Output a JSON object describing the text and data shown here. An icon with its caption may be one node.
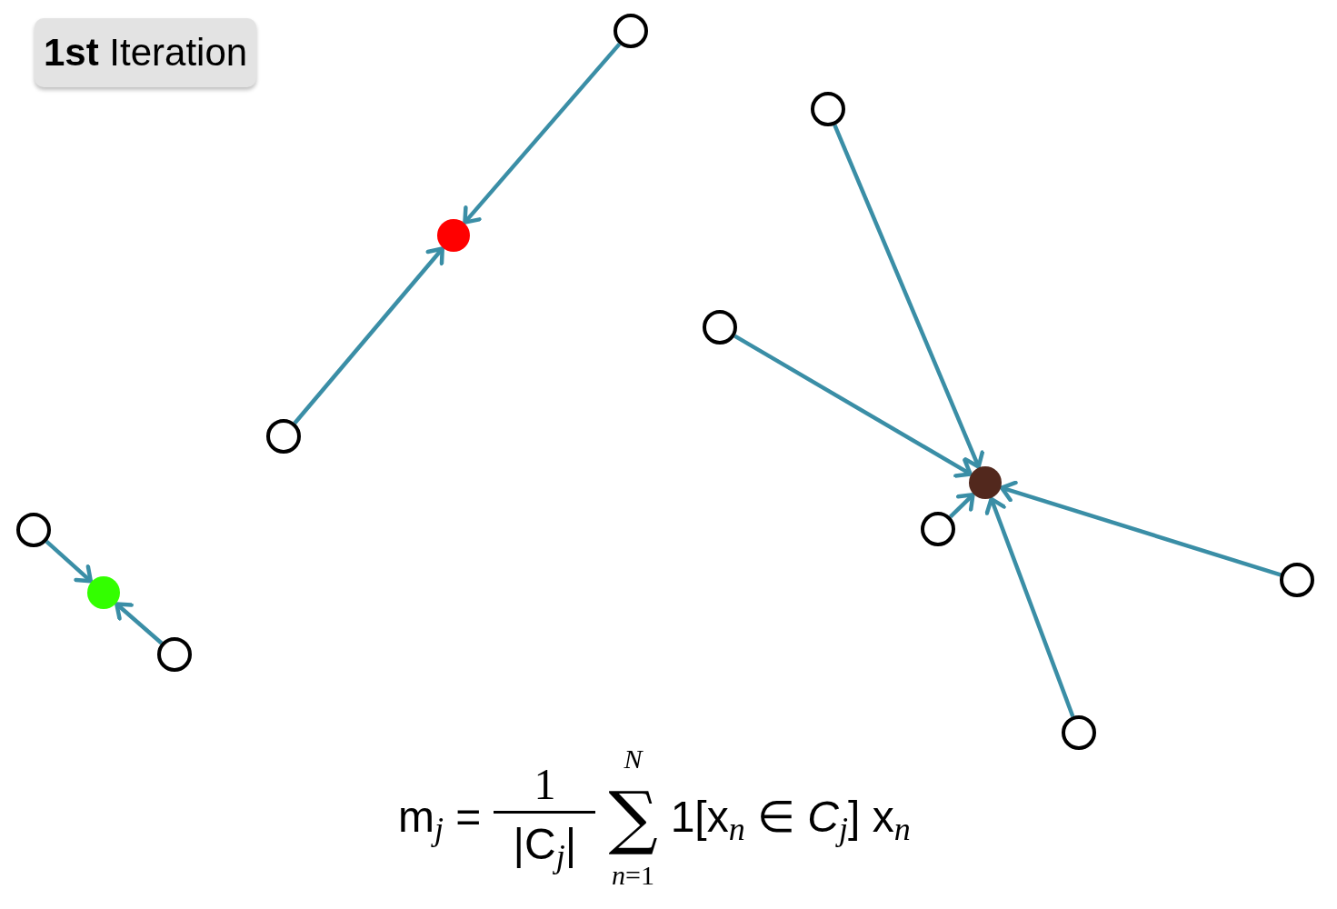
{
  "diagram": {
    "title": "**1st** Iteration",
    "nodes": [
      {
        "text": [],
        "shape": "circle"
      },
      {
        "text": [],
        "shape": "dot"
      },
      {
        "text": [],
        "shape": "circle"
      },
      {
        "text": [],
        "shape": "circle"
      },
      {
        "text": [],
        "shape": "dot"
      },
      {
        "text": [],
        "shape": "circle"
      },
      {
        "text": [],
        "shape": "circle"
      },
      {
        "text": [],
        "shape": "circle"
      },
      {
        "text": [],
        "shape": "circle"
      },
      {
        "text": [],
        "shape": "dot"
      },
      {
        "text": [],
        "shape": "circle"
      },
      {
        "text": [],
        "shape": "circle"
      }
    ],
    "edges": [
      {
        "from": 0,
        "to": 1,
        "arrow": "to"
      },
      {
        "from": 2,
        "to": 1,
        "arrow": "to"
      },
      {
        "from": 3,
        "to": 4,
        "arrow": "to"
      },
      {
        "from": 5,
        "to": 4,
        "arrow": "to"
      },
      {
        "from": 6,
        "to": 9,
        "arrow": "to"
      },
      {
        "from": 7,
        "to": 9,
        "arrow": "to"
      },
      {
        "from": 8,
        "to": 9,
        "arrow": "to"
      },
      {
        "from": 10,
        "to": 9,
        "arrow": "to"
      },
      {
        "from": 11,
        "to": 9,
        "arrow": "to"
      }
    ],
    "labels": [
      "m$_{j}$ =",
      "1",
      "|C$_{j}$|",
      "N",
      "∑",
      "*n*=1",
      "1[x$_{n}$ ∈ *C*$_{j}$] x$_{n}$"
    ]
  }
}
